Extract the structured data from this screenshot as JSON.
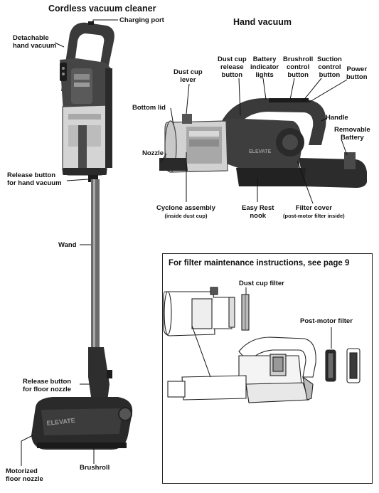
{
  "stick": {
    "title": "Cordless vacuum cleaner",
    "labels": {
      "charging_port": "Charging port",
      "detachable_1": "Detachable",
      "detachable_2": "hand vacuum",
      "release_hand_1": "Release button",
      "release_hand_2": "for hand vacuum",
      "wand": "Wand",
      "release_floor_1": "Release button",
      "release_floor_2": "for floor nozzle",
      "motorized_1": "Motorized",
      "motorized_2": "floor nozzle",
      "brushroll": "Brushroll"
    }
  },
  "hand": {
    "title": "Hand vacuum",
    "labels": {
      "dust_cup_lever_1": "Dust cup",
      "dust_cup_lever_2": "lever",
      "dust_cup_release_1": "Dust cup",
      "dust_cup_release_2": "release",
      "dust_cup_release_3": "button",
      "battery_ind_1": "Battery",
      "battery_ind_2": "indicator",
      "battery_ind_3": "lights",
      "brushroll_ctrl_1": "Brushroll",
      "brushroll_ctrl_2": "control",
      "brushroll_ctrl_3": "button",
      "suction_ctrl_1": "Suction",
      "suction_ctrl_2": "control",
      "suction_ctrl_3": "button",
      "power_1": "Power",
      "power_2": "button",
      "bottom_lid": "Bottom lid",
      "handle": "Handle",
      "removable_1": "Removable",
      "removable_2": "Battery",
      "nozzle": "Nozzle",
      "cyclone": "Cyclone assembly",
      "cyclone_sub": "(inside dust cup)",
      "easy_rest_1": "Easy Rest",
      "easy_rest_2": "nook",
      "filter_cover": "Filter cover",
      "filter_cover_sub": "(post-motor filter inside)"
    },
    "brand_text": "ELEVATE"
  },
  "maintenance": {
    "title": "For filter maintenance instructions, see page 9",
    "dust_cup_filter": "Dust cup filter",
    "post_motor_filter": "Post-motor filter"
  },
  "colors": {
    "body": "#3a3a3a",
    "dark": "#1c1c1c",
    "accent": "#707070",
    "light": "#bcbcbc",
    "line": "#111111"
  }
}
